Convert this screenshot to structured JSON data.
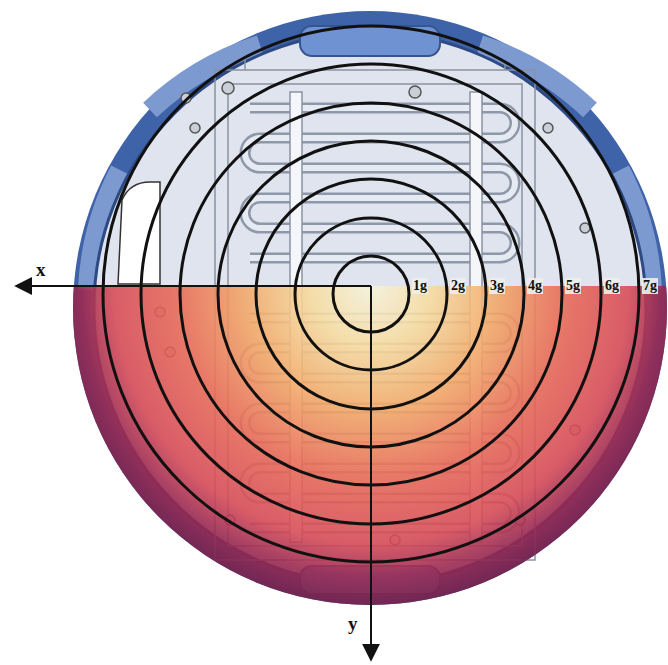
{
  "diagram": {
    "labels": [
      "x",
      "1g",
      "2g",
      "3g",
      "4g",
      "5g",
      "6g",
      "7g",
      "y"
    ]
  }
}
